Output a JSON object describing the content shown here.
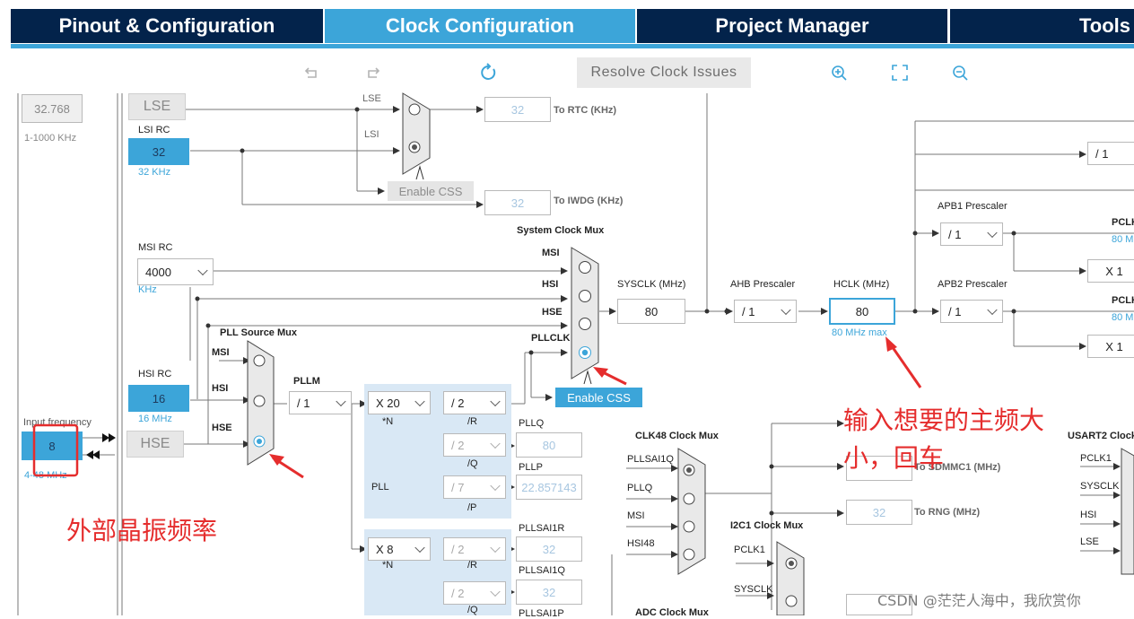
{
  "tabs": [
    {
      "label": "Pinout & Configuration"
    },
    {
      "label": "Clock Configuration"
    },
    {
      "label": "Project Manager"
    },
    {
      "label": "Tools"
    }
  ],
  "toolbar": {
    "resolve_label": "Resolve Clock Issues",
    "icons": [
      "undo-icon",
      "redo-icon",
      "refresh-icon",
      "zoom-in-icon",
      "fit-to-screen-icon",
      "zoom-out-icon"
    ]
  },
  "lse": {
    "input_value": "32.768",
    "range": "1-1000 KHz",
    "label": "LSE",
    "mux_lse": "LSE",
    "mux_lsi": "LSI",
    "rtc_value": "32",
    "rtc_label": "To RTC (KHz)",
    "iwdg_value": "32",
    "iwdg_label": "To IWDG (KHz)",
    "enable_css": "Enable CSS"
  },
  "lsi": {
    "title": "LSI RC",
    "value": "32",
    "unit": "32 KHz"
  },
  "msi": {
    "title": "MSI RC",
    "value": "4000",
    "unit": "KHz"
  },
  "hsi": {
    "title": "HSI RC",
    "value": "16",
    "unit": "16 MHz"
  },
  "hse": {
    "freq_label": "Input frequency",
    "value": "8",
    "range": "4-48 MHz",
    "label": "HSE"
  },
  "sysmux": {
    "title": "System Clock Mux",
    "opts": [
      "MSI",
      "HSI",
      "HSE",
      "PLLCLK"
    ],
    "sysclk_label": "SYSCLK (MHz)",
    "sysclk_value": "80",
    "enable_css": "Enable CSS"
  },
  "ahb": {
    "label": "AHB Prescaler",
    "value": "/ 1"
  },
  "hclk": {
    "label": "HCLK (MHz)",
    "value": "80",
    "max": "80 MHz max"
  },
  "apb1": {
    "label": "APB1 Prescaler",
    "value": "/ 1",
    "x1": "X 1",
    "pclk": "PCLK",
    "pclk_val": "80 M"
  },
  "apb2": {
    "label": "APB2 Prescaler",
    "value": "/ 1",
    "x1": "X 1",
    "pclk": "PCLK",
    "pclk_val": "80 M"
  },
  "top_right_div": "/ 1",
  "pll": {
    "src_title": "PLL Source Mux",
    "src_opts": [
      "MSI",
      "HSI",
      "HSE"
    ],
    "pllm_label": "PLLM",
    "pllm": "/ 1",
    "n": "X 20",
    "n_label": "*N",
    "r": "/ 2",
    "r_label": "/R",
    "q": "/ 2",
    "q_label": "/Q",
    "p": "/ 7",
    "p_label": "/P",
    "pll_label": "PLL",
    "pllq_label": "PLLQ",
    "pllq": "80",
    "pllp_label": "PLLP",
    "pllp": "22.857143"
  },
  "pllsai1": {
    "n": "X 8",
    "n_label": "*N",
    "r": "/ 2",
    "r_label": "/R",
    "q": "/ 2",
    "q_label": "/Q",
    "r_out_label": "PLLSAI1R",
    "r_out": "32",
    "q_out_label": "PLLSAI1Q",
    "q_out": "32",
    "p_out_label": "PLLSAI1P"
  },
  "clk48": {
    "title": "CLK48 Clock Mux",
    "opts": [
      "PLLSAI1Q",
      "PLLQ",
      "MSI",
      "HSI48"
    ],
    "sdmmc_label": "To SDMMC1 (MHz)",
    "rng_value": "32",
    "rng_label": "To RNG (MHz)"
  },
  "i2c1": {
    "title": "I2C1 Clock Mux",
    "opts": [
      "PCLK1",
      "SYSCLK"
    ]
  },
  "adc": {
    "title": "ADC Clock Mux"
  },
  "usart2": {
    "title": "USART2 Clock",
    "opts": [
      "PCLK1",
      "SYSCLK",
      "HSI",
      "LSE"
    ]
  },
  "annotations": {
    "hse_note": "外部晶振频率",
    "hclk_note_1": "输入想要的主频大",
    "hclk_note_2": "小，回车"
  },
  "watermark": "CSDN @茫茫人海中，我欣赏你"
}
